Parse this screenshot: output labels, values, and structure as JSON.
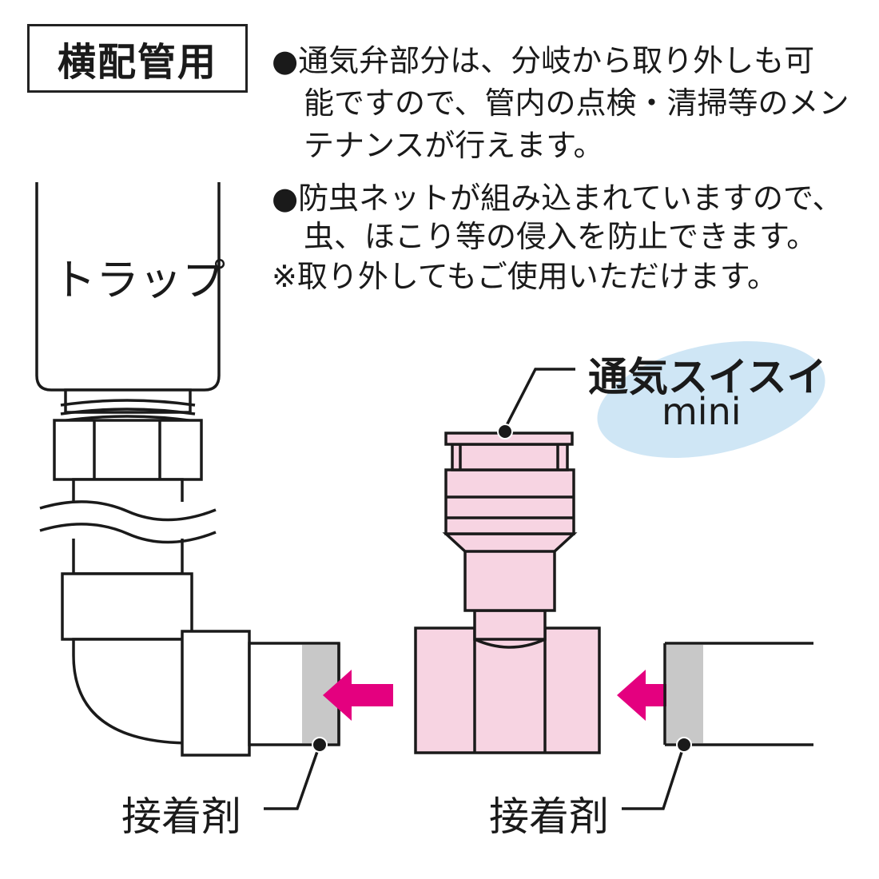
{
  "heading": "横配管用",
  "notes": {
    "note1_lines": [
      "●通気弁部分は、分岐から取り外しも可",
      "能ですので、管内の点検・清掃等のメン",
      "テナンスが行えます。"
    ],
    "note2_lines": [
      "●防虫ネットが組み込まれていますので、",
      "虫、ほこり等の侵入を防止できます。"
    ],
    "note3": "※取り外してもご使用いただけます。"
  },
  "labels": {
    "trap": "トラップ",
    "product_name": "通気スイスイ",
    "product_sub": "mini",
    "adhesive_left": "接着剤",
    "adhesive_right": "接着剤"
  },
  "colors": {
    "arrow": "#e4007f",
    "fitting_pink": "#f7d4e2",
    "adhesive_gray": "#c8c8c8",
    "bubble_blue": "#cfe6f5",
    "outline": "#1a1a1a"
  },
  "icons": {
    "arrow_left": "arrow-left-icon",
    "arrow_right_side": "arrow-left-icon",
    "callout_dot": "dot-icon"
  }
}
